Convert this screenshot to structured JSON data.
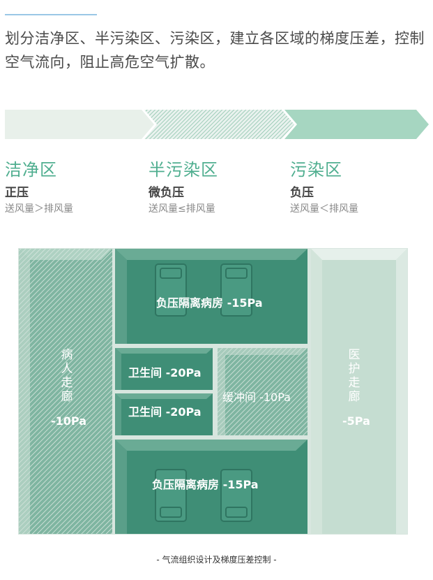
{
  "intro": "划分洁净区、半污染区、污染区，建立各区域的梯度压差，控制空气流向，阻止高危空气扩散。",
  "zones": [
    {
      "name": "洁净区",
      "pressure": "正压",
      "relation": "送风量＞排风量"
    },
    {
      "name": "半污染区",
      "pressure": "微负压",
      "relation": "送风量≤排风量"
    },
    {
      "name": "污染区",
      "pressure": "负压",
      "relation": "送风量＜排风量"
    }
  ],
  "rooms": {
    "ward_top": "负压隔离病房 -15Pa",
    "ward_bottom": "负压隔离病房 -15Pa",
    "restroom_1": "卫生间 -20Pa",
    "restroom_2": "卫生间 -20Pa",
    "buffer": "缓冲间 -10Pa",
    "patient_corridor_name": "病人走廊",
    "patient_corridor_pressure": "-10Pa",
    "medical_corridor_name": "医护走廊",
    "medical_corridor_pressure": "-5Pa"
  },
  "caption": "- 气流组织设计及梯度压差控制 -",
  "colors": {
    "clean": "#e8f0ea",
    "semi": "#b7d9c9",
    "contaminated": "#9bd0b8",
    "room": "#3f8e76",
    "zone_text": "#4fae8f"
  }
}
